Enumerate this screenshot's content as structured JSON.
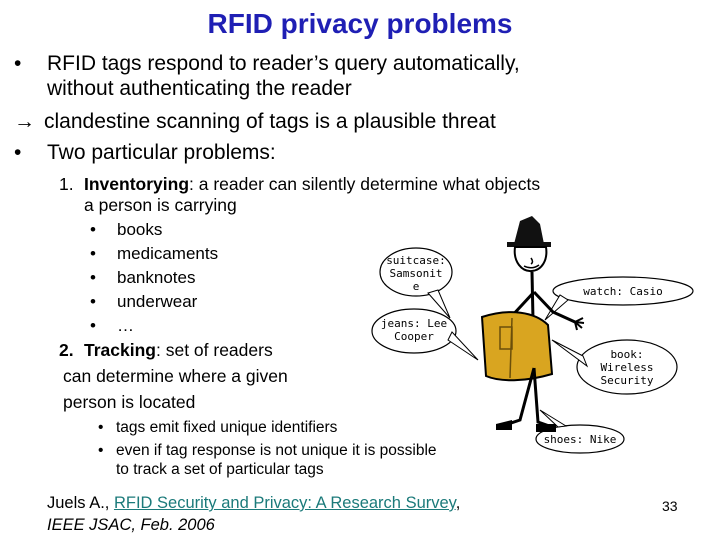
{
  "title": "RFID privacy problems",
  "bullets": [
    {
      "symbol": "•",
      "lines": [
        "RFID tags respond to reader’s query automatically,",
        "without authenticating the reader"
      ]
    },
    {
      "symbol": "→",
      "text": "clandestine scanning of tags is a plausible threat"
    },
    {
      "symbol": "•",
      "text": "Two particular problems:"
    }
  ],
  "problem1": {
    "number": "1.",
    "term": "Inventorying",
    "rest": ": a reader can silently determine what objects",
    "line2": "a person is carrying",
    "items": [
      "books",
      "medicaments",
      "banknotes",
      "underwear",
      "…"
    ]
  },
  "problem2": {
    "number": "2.",
    "term": "Tracking",
    "rest": ": set of readers",
    "line2": "can determine where a given",
    "line3": "person is located",
    "items": [
      "tags emit fixed unique identifiers",
      "even if tag response is not unique it is possible",
      "to track a set of particular tags"
    ]
  },
  "bubbles": {
    "suitcase": [
      "suitcase:",
      "Samsonit",
      "e"
    ],
    "watch": "watch: Casio",
    "jeans": [
      "jeans: Lee",
      "Cooper"
    ],
    "book": [
      "book:",
      "Wireless",
      "Security"
    ],
    "shoes": "shoes: Nike"
  },
  "reference": {
    "author": "Juels A., ",
    "link": "RFID Security and Privacy: A Research Survey",
    "after": ",",
    "line2": "IEEE JSAC, Feb. 2006"
  },
  "page_number": "33",
  "colors": {
    "title": "#1f1fb4",
    "link": "#1b7a7a",
    "bag_fill": "#d9a520"
  }
}
